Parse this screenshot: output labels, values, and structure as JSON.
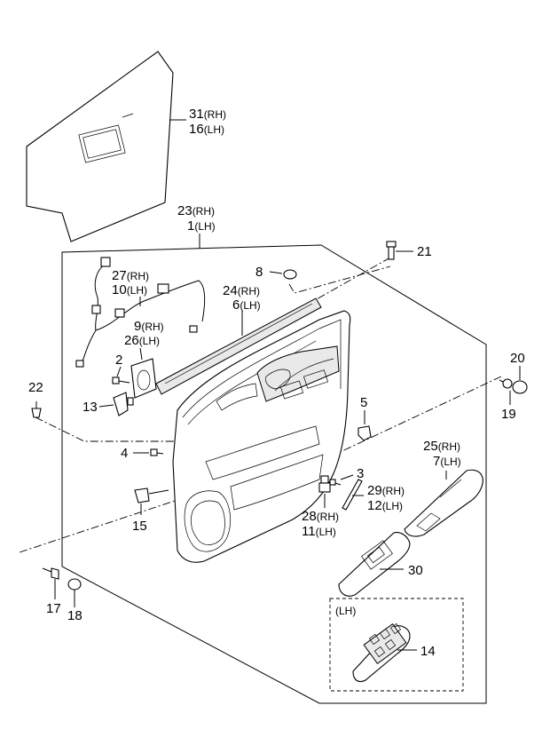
{
  "labels": {
    "p31": "31",
    "p31_rh": "(RH)",
    "p16": "16",
    "p16_lh": "(LH)",
    "p23": "23",
    "p23_rh": "(RH)",
    "p1": "1",
    "p1_lh": "(LH)",
    "p21": "21",
    "p8": "8",
    "p27": "27",
    "p27_rh": "(RH)",
    "p10": "10",
    "p10_lh": "(LH)",
    "p24": "24",
    "p24_rh": "(RH)",
    "p6": "6",
    "p6_lh": "(LH)",
    "p9": "9",
    "p9_rh": "(RH)",
    "p26": "26",
    "p26_lh": "(LH)",
    "p2": "2",
    "p22": "22",
    "p13": "13",
    "p5": "5",
    "p4": "4",
    "p20": "20",
    "p19": "19",
    "p25": "25",
    "p25_rh": "(RH)",
    "p7": "7",
    "p7_lh": "(LH)",
    "p3": "3",
    "p29": "29",
    "p29_rh": "(RH)",
    "p12": "12",
    "p12_lh": "(LH)",
    "p28": "28",
    "p28_rh": "(RH)",
    "p11": "11",
    "p11_lh": "(LH)",
    "p15": "15",
    "p30": "30",
    "p17": "17",
    "p18": "18",
    "lh_box": "(LH)",
    "p14": "14"
  }
}
